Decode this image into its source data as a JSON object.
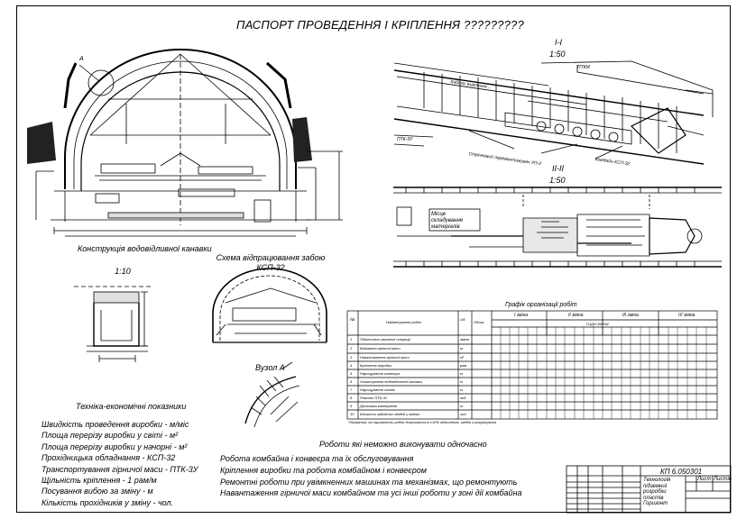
{
  "sheet": {
    "title": "ПАСПОРТ ПРОВЕДЕННЯ І КРІПЛЕННЯ ?????????",
    "node_mark": "А"
  },
  "views": {
    "section_1": {
      "name": "I-I",
      "scale": "1:50"
    },
    "section_2": {
      "name": "II-II",
      "scale": "1:50"
    },
    "labels": {
      "ptk": "ПТКМ",
      "ptk3u": "ПТК-3У",
      "reloader": "Стрічковий перевантажувач УП-2",
      "combine": "Комбайн КСП-32",
      "storage": "Місце складування матеріалів",
      "cable": "Кабель живлення ..."
    }
  },
  "canal": {
    "title": "Конструкція водовідливної канавки",
    "scale": "1:10"
  },
  "scheme": {
    "title": "Схема відпрацювання забою",
    "subtitle": "КСП-32"
  },
  "node": {
    "title": "Вузол А"
  },
  "economic": {
    "title": "Техніка-економічні показники",
    "items": [
      "Швидкість проведення виробки - м/міс",
      "Площа перерізу виробки у світі - м²",
      "Площа перерізу виробки у начорні - м²",
      "Прохідницька обладнання - КСП-32",
      "Транспортування гірничої маси - ПТК-3У",
      "Щільність кріплення - 1 рам/м",
      "Посування вибою за зміну - м",
      "Кількість прохідників у зміну - чол."
    ]
  },
  "parallel": {
    "title": "Роботи які неможно виконувати одночасно",
    "items": [
      "Робота комбайна і конвеєра та їх обслуговування",
      "Кріплення виробки та робота комбайном і конвеєром",
      "Ремонтні роботи при увімкненних машинах та механізмах, що ремонтують",
      "Навантаження гірничої маси комбайном та усі інші роботи у зоні дії комбайна"
    ]
  },
  "schedule": {
    "title": "Графік організації робіт",
    "header": {
      "num": "№",
      "name": "Найменування робіт",
      "unit": "Од.",
      "volume": "Обсяг",
      "hours": "ГОДИ ЗМІНИ"
    },
    "shifts": [
      "І зміна",
      "ІІ зміна",
      "ІІІ зміна",
      "IV зміна"
    ],
    "rows": [
      {
        "num": "1",
        "name": "Підготовчо-заключні операції",
        "unit": "зміна"
      },
      {
        "num": "2",
        "name": "Виймання гірничої маси",
        "unit": "м"
      },
      {
        "num": "3",
        "name": "Навантаження гірничої маси",
        "unit": "м³"
      },
      {
        "num": "4",
        "name": "Кріплення виробки",
        "unit": "рам"
      },
      {
        "num": "5",
        "name": "Нарощування конвеєра",
        "unit": "м"
      },
      {
        "num": "6",
        "name": "Улаштування водовідливної канавки",
        "unit": "м"
      },
      {
        "num": "7",
        "name": "Нарощування става",
        "unit": "м"
      },
      {
        "num": "8",
        "name": "Ремонт ПТК-3У",
        "unit": "год"
      },
      {
        "num": "9",
        "name": "Доставка матеріалів",
        "unit": "т"
      },
      {
        "num": "10",
        "name": "Кількість зайнятих людей у змінах",
        "unit": "чол"
      }
    ],
    "note": "*Примітка: на тривалість робіт допускається ±10% відхилення, згідно з розрахунком"
  },
  "title_block": {
    "doc_number": "КП 6.050301",
    "description": [
      "Технологія",
      "підземної",
      "розробки",
      "пластів",
      "Горизонт"
    ],
    "sheet_label": "Лист",
    "sheets_label": "Листів"
  }
}
